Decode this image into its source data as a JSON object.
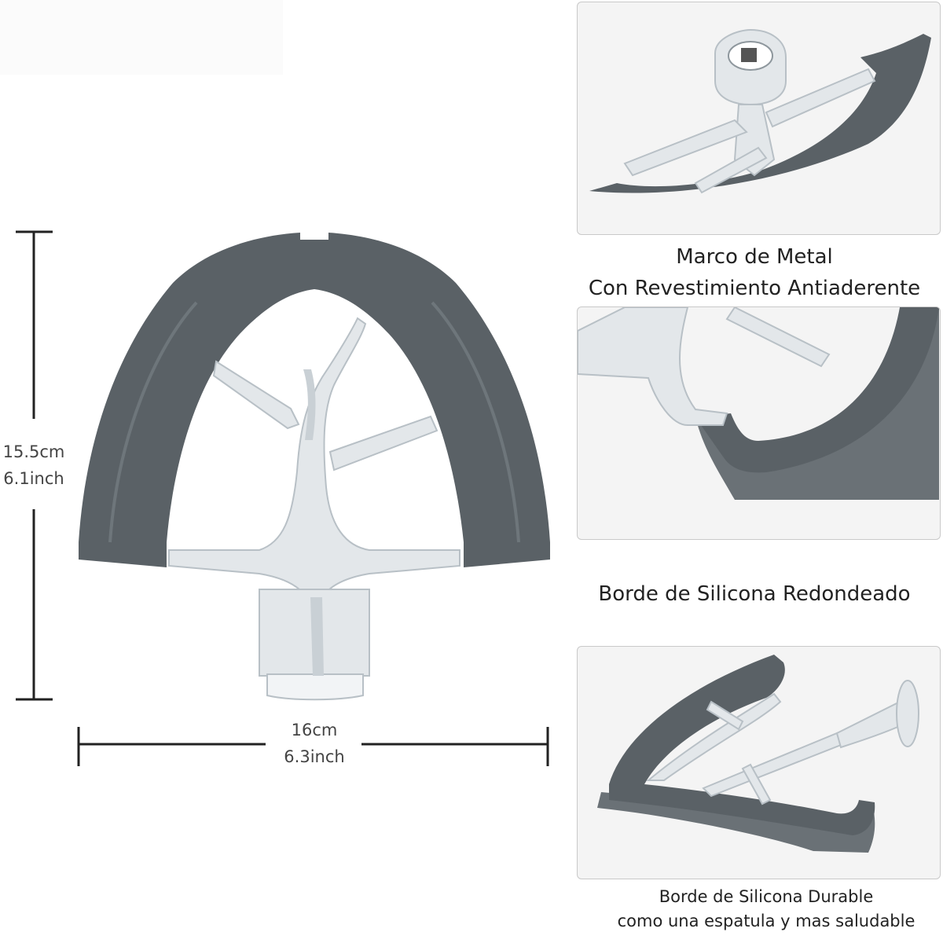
{
  "dimensions": {
    "height_cm": "15.5cm",
    "height_inch": "6.1inch",
    "width_cm": "16cm",
    "width_inch": "6.3inch"
  },
  "captions": {
    "metal_frame_line1": "Marco de Metal",
    "metal_frame_line2": "Con Revestimiento Antiaderente",
    "rounded_edge": "Borde de Silicona Redondeado",
    "durable_line1": "Borde de Silicona Durable",
    "durable_line2": "como una espatula y mas saludable"
  },
  "colors": {
    "silicone": "#5a6166",
    "metal": "#e3e7ea",
    "panel_bg": "#f4f4f4"
  }
}
